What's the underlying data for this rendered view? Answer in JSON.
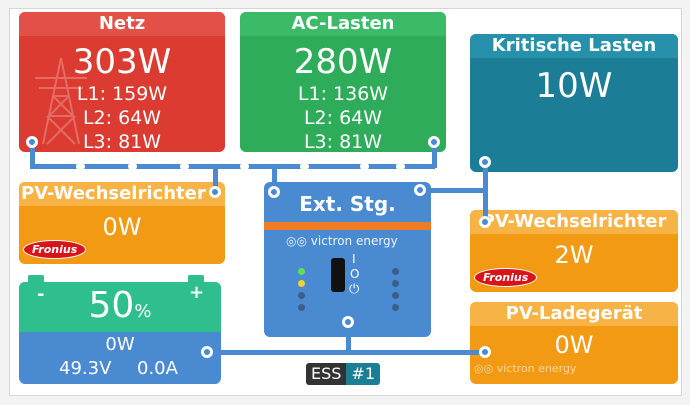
{
  "grid": {
    "title": "Netz",
    "power": "303W",
    "l1": "L1: 159W",
    "l2": "L2: 64W",
    "l3": "L3: 81W"
  },
  "ac_loads": {
    "title": "AC-Lasten",
    "power": "280W",
    "l1": "L1: 136W",
    "l2": "L2: 64W",
    "l3": "L3: 81W"
  },
  "critical_loads": {
    "title": "Kritische Lasten",
    "power": "10W"
  },
  "pv_inverter_left": {
    "title": "PV-Wechselrichter",
    "power": "0W",
    "brand": "Fronius"
  },
  "pv_inverter_right": {
    "title": "PV-Wechselrichter",
    "power": "2W",
    "brand": "Fronius"
  },
  "inverter": {
    "title": "Ext. Stg.",
    "brand": "victron energy",
    "switch_on": "I",
    "switch_off": "O",
    "power_symbol": "⏻"
  },
  "battery": {
    "soc": "50",
    "soc_unit": "%",
    "power": "0W",
    "voltage": "49.3V",
    "current": "0.0A",
    "minus": "-",
    "plus": "+"
  },
  "pv_charger": {
    "title": "PV-Ladegerät",
    "power": "0W",
    "brand": "victron energy"
  },
  "footer": {
    "mode": "ESS",
    "index": "#1"
  },
  "colors": {
    "grid": "#db3b30",
    "ac_loads": "#2eac59",
    "critical": "#1b7d96",
    "pv": "#f29a14",
    "inverter": "#4a8ad1",
    "battery": "#4a8ad1",
    "battery_top": "#2fbf8e"
  }
}
